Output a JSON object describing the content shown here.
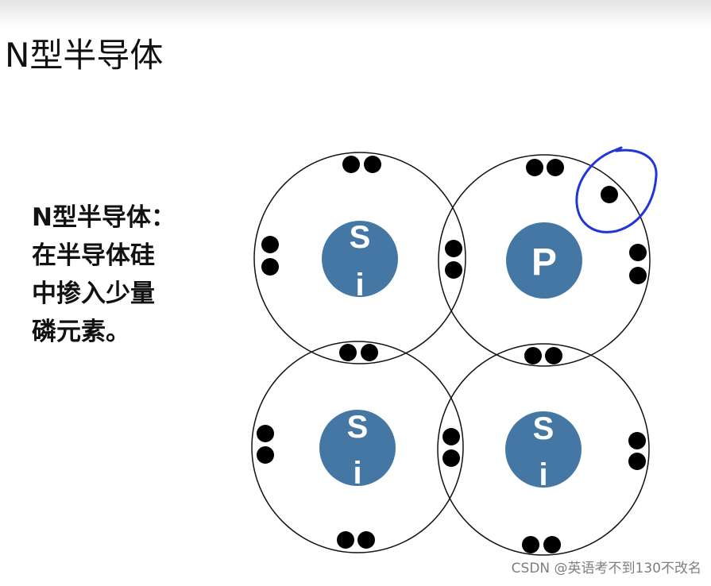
{
  "title": "N型半导体",
  "description": {
    "lines": [
      "N型半导体：",
      "在半导体硅",
      "中掺入少量",
      "磷元素。"
    ]
  },
  "atoms": [
    {
      "id": "top-left",
      "label_lines": [
        "S",
        "i"
      ]
    },
    {
      "id": "top-right",
      "label_lines": [
        "P"
      ]
    },
    {
      "id": "bottom-left",
      "label_lines": [
        "S",
        "i"
      ]
    },
    {
      "id": "bottom-right",
      "label_lines": [
        "S",
        "i"
      ]
    }
  ],
  "colors": {
    "nucleus": "#4477a4",
    "electron": "#000000",
    "highlight": "#2236d8"
  },
  "watermark": "CSDN @英语考不到130不改名"
}
